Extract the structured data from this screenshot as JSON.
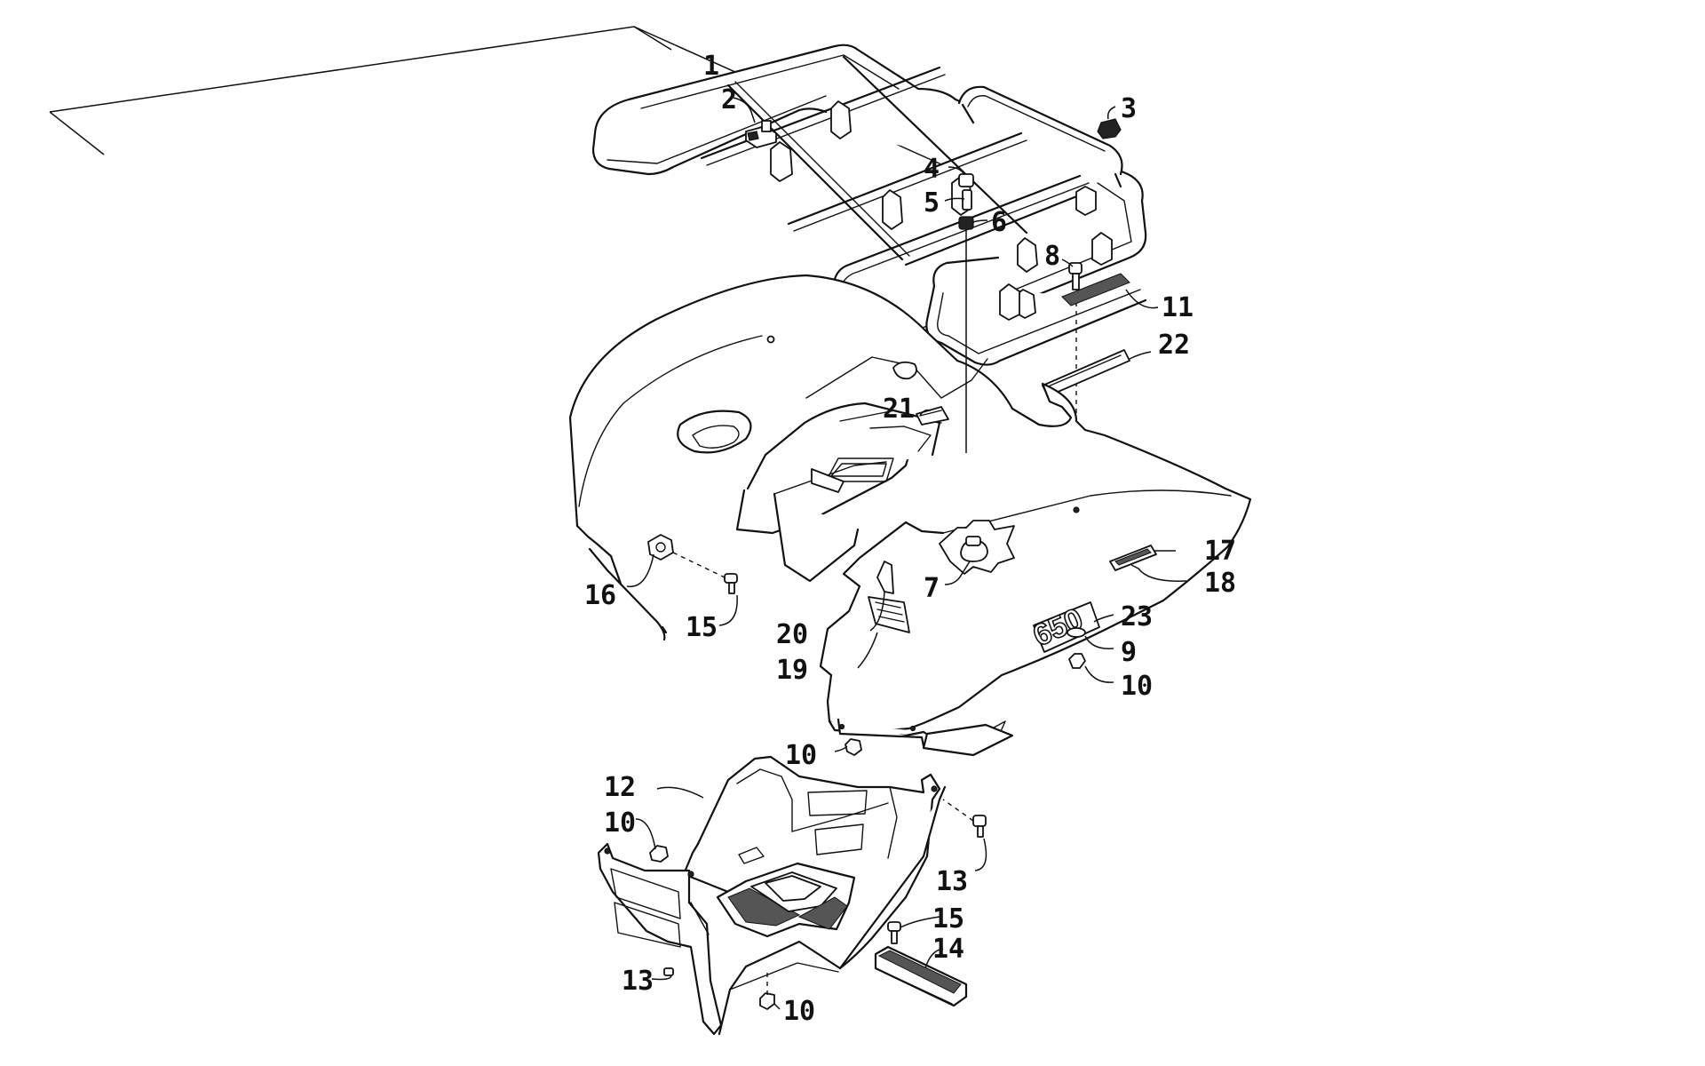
{
  "callouts": [
    {
      "id": "c1",
      "text": "1"
    },
    {
      "id": "c2",
      "text": "2"
    },
    {
      "id": "c3",
      "text": "3"
    },
    {
      "id": "c4",
      "text": "4"
    },
    {
      "id": "c5",
      "text": "5"
    },
    {
      "id": "c6",
      "text": "6"
    },
    {
      "id": "c7",
      "text": "7"
    },
    {
      "id": "c8",
      "text": "8"
    },
    {
      "id": "c9",
      "text": "9"
    },
    {
      "id": "c10a",
      "text": "10"
    },
    {
      "id": "c10b",
      "text": "10"
    },
    {
      "id": "c10c",
      "text": "10"
    },
    {
      "id": "c10d",
      "text": "10"
    },
    {
      "id": "c11",
      "text": "11"
    },
    {
      "id": "c12",
      "text": "12"
    },
    {
      "id": "c13a",
      "text": "13"
    },
    {
      "id": "c13b",
      "text": "13"
    },
    {
      "id": "c14",
      "text": "14"
    },
    {
      "id": "c15a",
      "text": "15"
    },
    {
      "id": "c15b",
      "text": "15"
    },
    {
      "id": "c16",
      "text": "16"
    },
    {
      "id": "c17",
      "text": "17"
    },
    {
      "id": "c18",
      "text": "18"
    },
    {
      "id": "c19",
      "text": "19"
    },
    {
      "id": "c20",
      "text": "20"
    },
    {
      "id": "c21",
      "text": "21"
    },
    {
      "id": "c22",
      "text": "22"
    },
    {
      "id": "c23",
      "text": "23"
    }
  ],
  "emblem_text": "650"
}
